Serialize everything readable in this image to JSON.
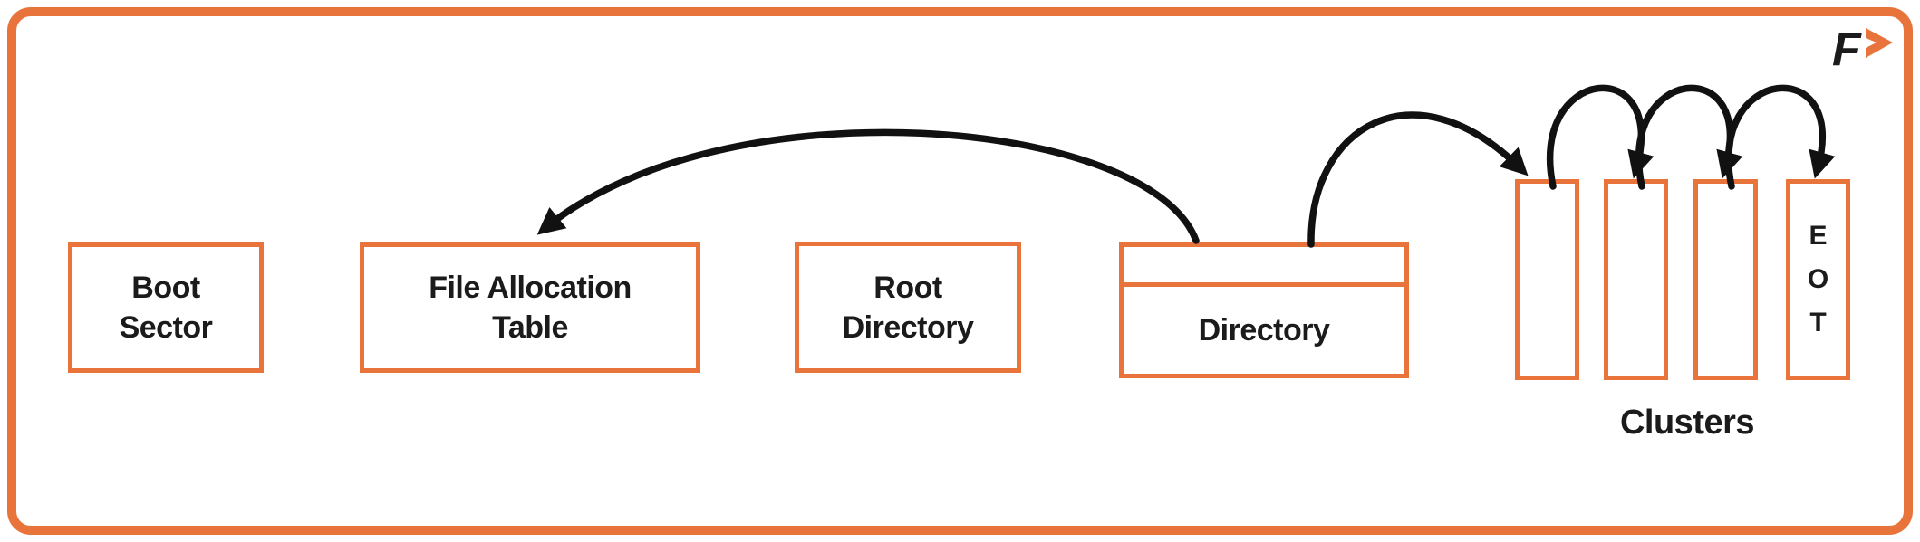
{
  "colors": {
    "accent": "#E8743C",
    "ink": "#1b1b1b",
    "arrow": "#111111"
  },
  "boxes": {
    "boot_sector": {
      "line1": "Boot",
      "line2": "Sector"
    },
    "fat": {
      "line1": "File Allocation",
      "line2": "Table"
    },
    "root_directory": {
      "line1": "Root",
      "line2": "Directory"
    },
    "directory": {
      "label": "Directory"
    }
  },
  "clusters": {
    "label": "Clusters",
    "eot": {
      "l1": "E",
      "l2": "O",
      "l3": "T"
    }
  },
  "logo": {
    "letter": "F"
  }
}
